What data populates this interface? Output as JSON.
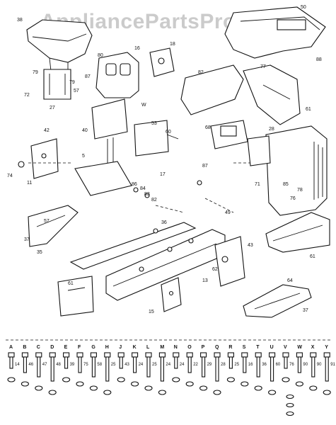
{
  "watermark": "AppliancePartsPros.com",
  "part_labels": [
    "38",
    "50",
    "88",
    "16",
    "18",
    "80",
    "82",
    "77",
    "79",
    "27",
    "79",
    "87",
    "57",
    "W",
    "72",
    "42",
    "40",
    "53",
    "60",
    "68",
    "28",
    "61",
    "36",
    "71",
    "74",
    "11",
    "5",
    "57",
    "86",
    "84",
    "83",
    "82",
    "17",
    "87",
    "78",
    "85",
    "49",
    "76",
    "61",
    "37",
    "35",
    "43",
    "62",
    "13",
    "15",
    "61",
    "64",
    "37"
  ],
  "hardware_labels": [
    "A",
    "B",
    "C",
    "D",
    "E",
    "F",
    "G",
    "H",
    "J",
    "K",
    "L",
    "M",
    "N",
    "O",
    "P",
    "Q",
    "R",
    "S",
    "T",
    "U",
    "V",
    "W",
    "X",
    "Y"
  ],
  "hardware_numbers": [
    "14",
    "46",
    "47",
    "48",
    "39",
    "75",
    "58",
    "25",
    "43",
    "24",
    "25",
    "24",
    "24",
    "22",
    "29",
    "28",
    "25",
    "16",
    "36",
    "60",
    "76",
    "90",
    "90",
    "91"
  ]
}
